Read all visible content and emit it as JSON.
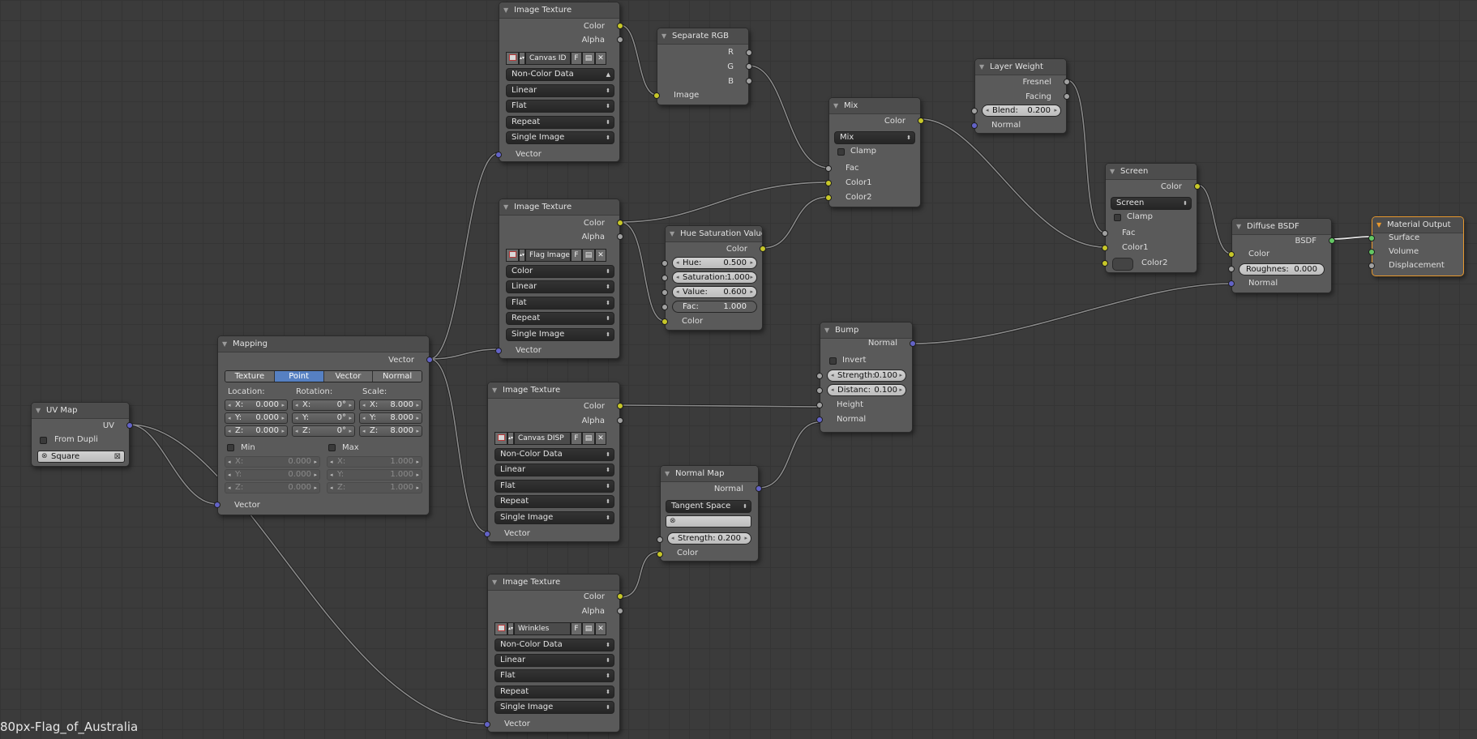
{
  "footer_label": "80px-Flag_of_Australia",
  "uv_map": {
    "title": "UV Map",
    "out_uv": "UV",
    "from_dupli": "From Dupli",
    "map_name": "Square"
  },
  "mapping": {
    "title": "Mapping",
    "out_vector": "Vector",
    "modes": [
      "Texture",
      "Point",
      "Vector",
      "Normal"
    ],
    "active_mode": "Point",
    "location_label": "Location:",
    "rotation_label": "Rotation:",
    "scale_label": "Scale:",
    "location": [
      {
        "axis": "X:",
        "value": "0.000"
      },
      {
        "axis": "Y:",
        "value": "0.000"
      },
      {
        "axis": "Z:",
        "value": "0.000"
      }
    ],
    "rotation": [
      {
        "axis": "X:",
        "value": "0°"
      },
      {
        "axis": "Y:",
        "value": "0°"
      },
      {
        "axis": "Z:",
        "value": "0°"
      }
    ],
    "scale": [
      {
        "axis": "X:",
        "value": "8.000"
      },
      {
        "axis": "Y:",
        "value": "8.000"
      },
      {
        "axis": "Z:",
        "value": "8.000"
      }
    ],
    "min_label": "Min",
    "max_label": "Max",
    "min": [
      {
        "axis": "X:",
        "value": "0.000"
      },
      {
        "axis": "Y:",
        "value": "0.000"
      },
      {
        "axis": "Z:",
        "value": "0.000"
      }
    ],
    "max": [
      {
        "axis": "X:",
        "value": "1.000"
      },
      {
        "axis": "Y:",
        "value": "1.000"
      },
      {
        "axis": "Z:",
        "value": "1.000"
      }
    ],
    "in_vector": "Vector"
  },
  "tex1": {
    "title": "Image Texture",
    "out_color": "Color",
    "out_alpha": "Alpha",
    "image": "Canvas ID",
    "fake": "F",
    "color_space": "Non-Color Data",
    "interp": "Linear",
    "proj": "Flat",
    "ext": "Repeat",
    "source": "Single Image",
    "in_vector": "Vector"
  },
  "tex2": {
    "title": "Image Texture",
    "out_color": "Color",
    "out_alpha": "Alpha",
    "image": "Flag Image",
    "fake": "F",
    "color_space": "Color",
    "interp": "Linear",
    "proj": "Flat",
    "ext": "Repeat",
    "source": "Single Image",
    "in_vector": "Vector"
  },
  "tex3": {
    "title": "Image Texture",
    "out_color": "Color",
    "out_alpha": "Alpha",
    "image": "Canvas DISP",
    "fake": "F",
    "color_space": "Non-Color Data",
    "interp": "Linear",
    "proj": "Flat",
    "ext": "Repeat",
    "source": "Single Image",
    "in_vector": "Vector"
  },
  "tex4": {
    "title": "Image Texture",
    "out_color": "Color",
    "out_alpha": "Alpha",
    "image": "Wrinkles",
    "fake": "F",
    "color_space": "Non-Color Data",
    "interp": "Linear",
    "proj": "Flat",
    "ext": "Repeat",
    "source": "Single Image",
    "in_vector": "Vector"
  },
  "sep_rgb": {
    "title": "Separate RGB",
    "out_r": "R",
    "out_g": "G",
    "out_b": "B",
    "in_image": "Image"
  },
  "hsv": {
    "title": "Hue Saturation Value",
    "out_color": "Color",
    "hue_label": "Hue:",
    "hue": "0.500",
    "sat_label": "Saturation:",
    "sat": "1.000",
    "val_label": "Value:",
    "val": "0.600",
    "fac_label": "Fac:",
    "fac": "1.000",
    "in_color": "Color"
  },
  "mix": {
    "title": "Mix",
    "out_color": "Color",
    "blend": "Mix",
    "clamp": "Clamp",
    "in_fac": "Fac",
    "in_color1": "Color1",
    "in_color2": "Color2"
  },
  "layer_weight": {
    "title": "Layer Weight",
    "out_fresnel": "Fresnel",
    "out_facing": "Facing",
    "blend_label": "Blend:",
    "blend": "0.200",
    "in_normal": "Normal"
  },
  "screen": {
    "title": "Screen",
    "out_color": "Color",
    "blend": "Screen",
    "clamp": "Clamp",
    "in_fac": "Fac",
    "in_color1": "Color1",
    "in_color2": "Color2"
  },
  "diffuse": {
    "title": "Diffuse BSDF",
    "out_bsdf": "BSDF",
    "in_color": "Color",
    "rough_label": "Roughnes:",
    "rough": "0.000",
    "in_normal": "Normal"
  },
  "output": {
    "title": "Material Output",
    "in_surface": "Surface",
    "in_volume": "Volume",
    "in_disp": "Displacement"
  },
  "bump": {
    "title": "Bump",
    "out_normal": "Normal",
    "invert": "Invert",
    "strength_label": "Strength:",
    "strength": "0.100",
    "dist_label": "Distanc:",
    "dist": "0.100",
    "in_height": "Height",
    "in_normal": "Normal"
  },
  "normal_map": {
    "title": "Normal Map",
    "out_normal": "Normal",
    "space": "Tangent Space",
    "strength_label": "Strength:",
    "strength": "0.200",
    "in_color": "Color"
  },
  "colors": {
    "socket_color": "#c7c729",
    "socket_float": "#a1a1a1",
    "socket_vector": "#6363c7",
    "socket_shader": "#63c763",
    "active_border": "#e7982e",
    "mode_active": "#5680c2"
  }
}
